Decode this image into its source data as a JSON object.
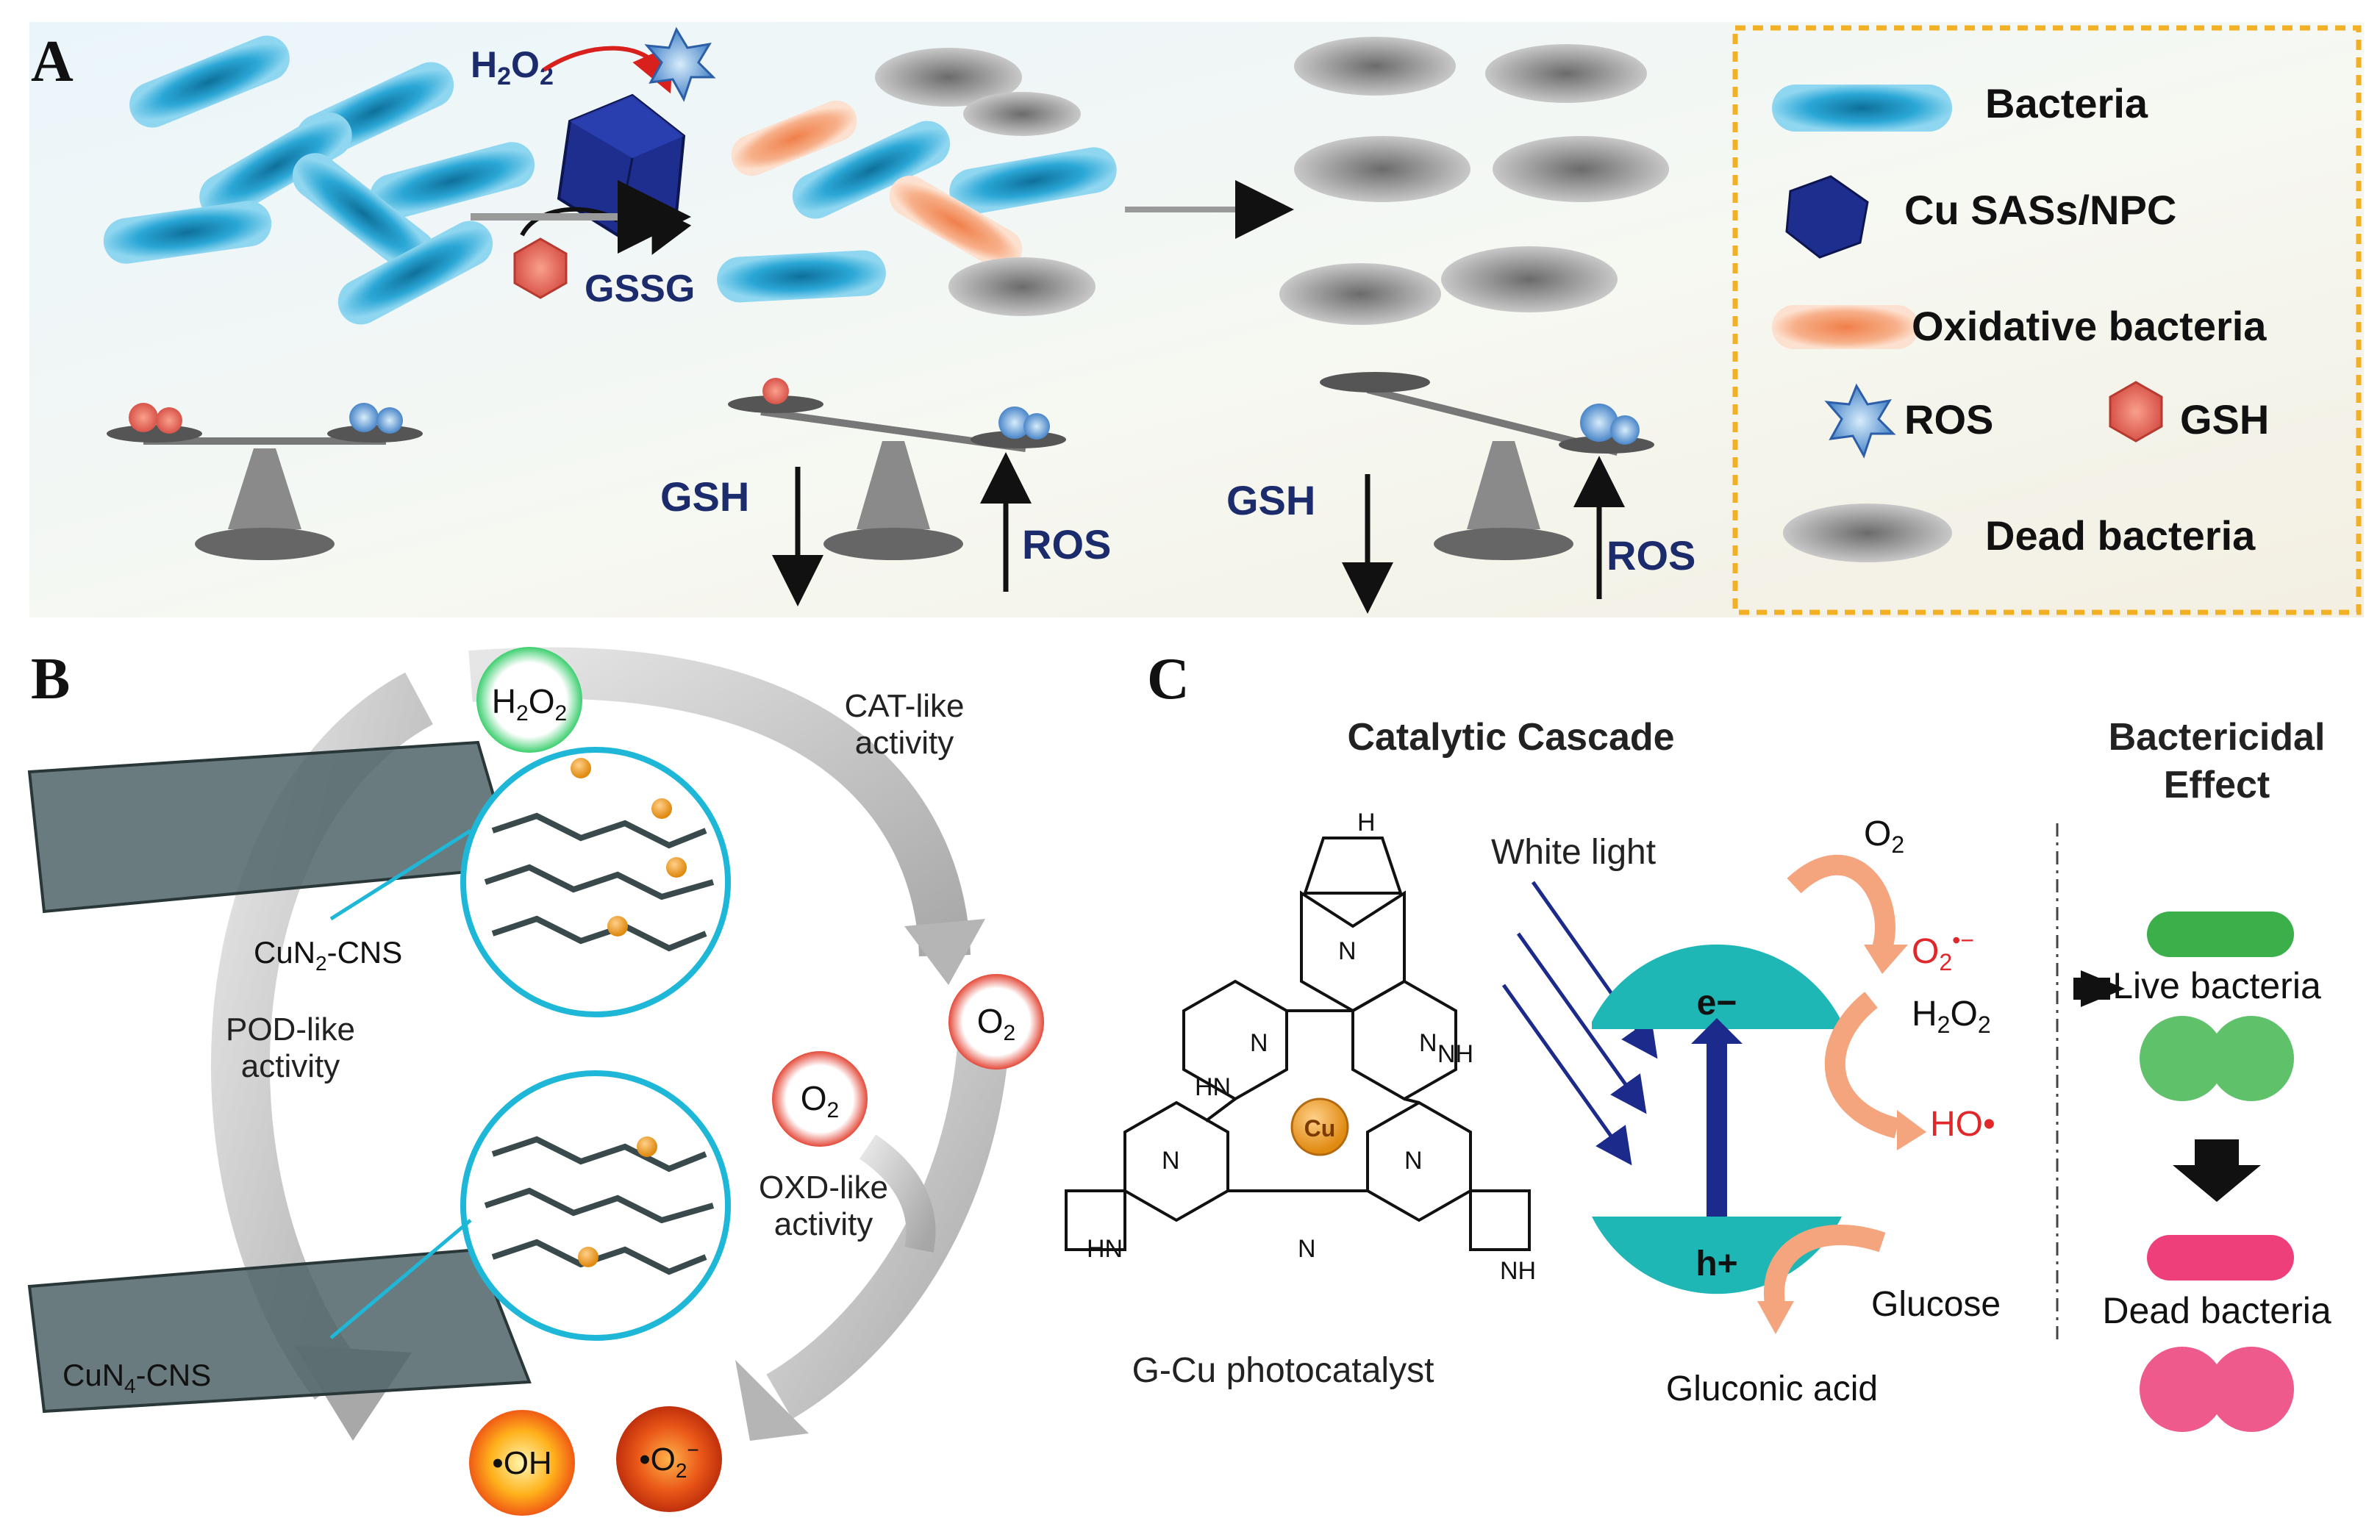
{
  "panel_a": {
    "letter": "A",
    "h2o2": "H2O2",
    "gssg": "GSSG",
    "gsh_mid": "GSH",
    "ros_mid": "ROS",
    "gsh_right": "GSH",
    "ros_right": "ROS",
    "legend": {
      "bacteria": "Bacteria",
      "cu_sass": "Cu SASs/NPC",
      "oxidative": "Oxidative  bacteria",
      "ros": "ROS",
      "gsh": "GSH",
      "dead": "Dead bacteria"
    }
  },
  "panel_b": {
    "letter": "B",
    "h2o2": "H2O2",
    "cat_line1": "CAT-like",
    "cat_line2": "activity",
    "pod_line1": "POD-like",
    "pod_line2": "activity",
    "oxd_line1": "OXD-like",
    "oxd_line2": "activity",
    "cun2": "CuN2-CNS",
    "cun4": "CuN4-CNS",
    "o2_right": "O2",
    "o2_center": "O2",
    "oh": "•OH",
    "superoxide": "•O2−"
  },
  "panel_c": {
    "letter": "C",
    "cascade_title": "Catalytic Cascade",
    "bactericidal_line1": "Bactericidal",
    "bactericidal_line2": "Effect",
    "white_light": "White light",
    "o2": "O2",
    "superoxide": "O2•−",
    "h2o2": "H2O2",
    "ho_radical": "HO•",
    "e_minus": "e−",
    "h_plus": "h+",
    "glucose": "Glucose",
    "gluconic": "Gluconic acid",
    "live": "Live bacteria",
    "dead": "Dead bacteria",
    "photocatalyst": "G-Cu photocatalyst",
    "cu": "Cu",
    "n": "N",
    "nh": "NH",
    "hn": "HN",
    "h": "H"
  },
  "colors": {
    "bacteria": "#2aa7d6",
    "oxidative": "#f4a27a",
    "dead": "#8c8c8c",
    "navy": "#1c2b6b",
    "teal": "#1fb7b5",
    "legend_border": "#f2b024",
    "red_text": "#e0282b",
    "live_green": "#3bb04a",
    "dead_pink": "#ee3f7a"
  }
}
